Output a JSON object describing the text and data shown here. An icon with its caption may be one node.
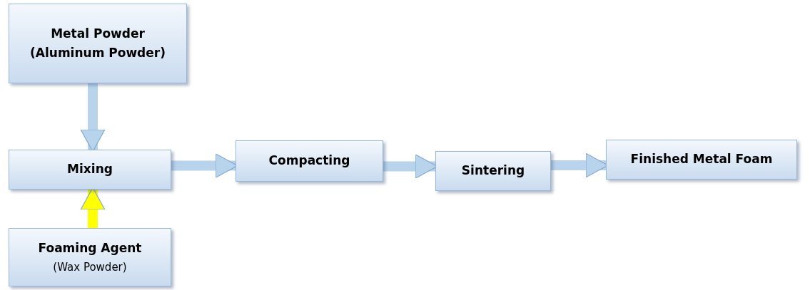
{
  "diagram": {
    "nodes": [
      {
        "text": [
          "Metal Powder (Aluminum Powder)"
        ]
      },
      {
        "text": [
          "Mixing"
        ]
      },
      {
        "text": [
          "Compacting"
        ]
      },
      {
        "text": [
          "Sintering"
        ]
      },
      {
        "text": [
          "Finished Metal Foam"
        ]
      },
      {
        "text": [
          "Foaming Agent",
          "(Wax Powder)"
        ]
      }
    ],
    "edges": [
      {
        "from": 0,
        "to": 1,
        "arrow": "to"
      },
      {
        "from": 5,
        "to": 1,
        "arrow": "to",
        "color": "#ffff00"
      },
      {
        "from": 1,
        "to": 2,
        "arrow": "to"
      },
      {
        "from": 2,
        "to": 3,
        "arrow": "to"
      },
      {
        "from": 3,
        "to": 4,
        "arrow": "to"
      }
    ]
  }
}
